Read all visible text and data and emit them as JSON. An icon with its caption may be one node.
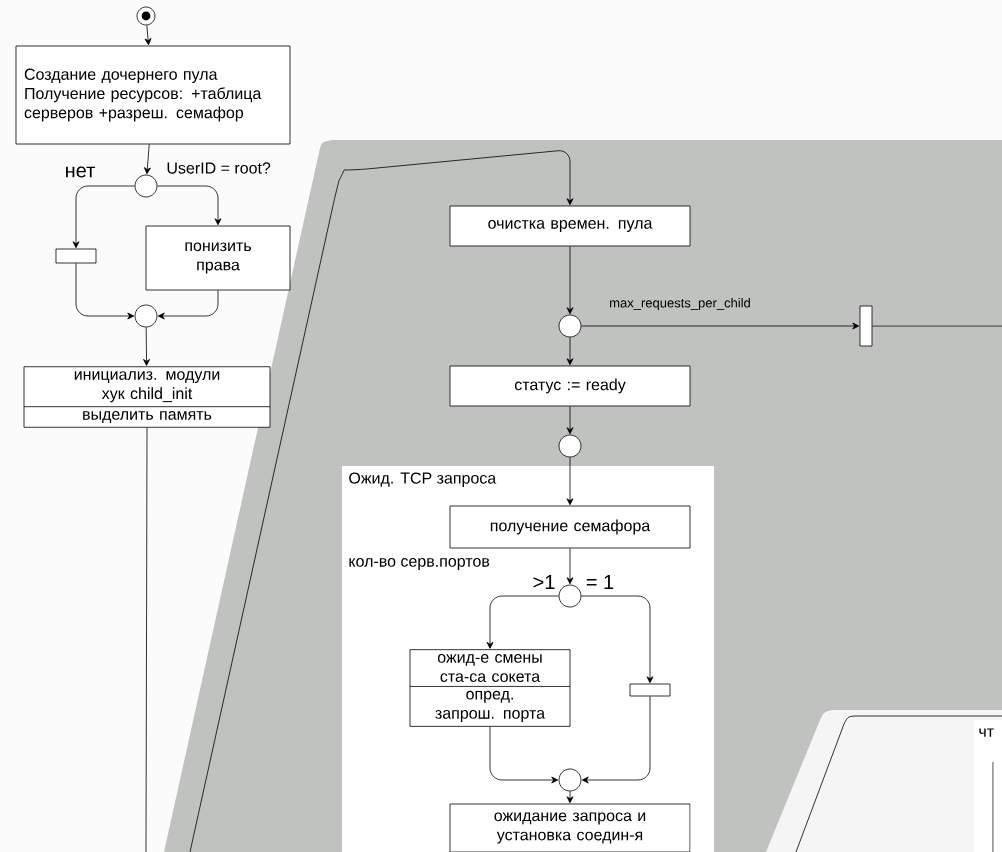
{
  "diagram": {
    "nodes": [
      {
        "text": [],
        "shape": "circle"
      },
      {
        "text": [
          "Создание дочернего пула",
          "Получение ресурсов: +таблица серверов +разреш. семафор"
        ]
      },
      {
        "text": [],
        "shape": "circle",
        "beside": [
          "UserID = root?"
        ]
      },
      {
        "text": [],
        "shape": "bar"
      },
      {
        "text": [
          "понизить права"
        ]
      },
      {
        "text": [],
        "shape": "circle"
      },
      {
        "text": [
          "инициализ. модули хук child_init",
          "выделить память"
        ]
      },
      {
        "text": [
          "очистка времен. пула"
        ]
      },
      {
        "text": [],
        "shape": "circle"
      },
      {
        "text": [],
        "shape": "bar"
      },
      {
        "text": [
          "статус := ready"
        ]
      },
      {
        "text": [],
        "shape": "circle"
      },
      {
        "text": [
          "Ожид. TCP запроса"
        ]
      },
      {
        "text": [
          "получение семафора"
        ],
        "in": 12
      },
      {
        "text": [],
        "shape": "circle",
        "in": 12
      },
      {
        "text": [
          "ожид-е смены ста-са сокета",
          "опред. запрош. порта"
        ],
        "in": 12
      },
      {
        "text": [],
        "shape": "bar",
        "in": 12
      },
      {
        "text": [],
        "shape": "circle",
        "in": 12
      },
      {
        "text": [
          "ожидание запроса и установка соедин-я"
        ],
        "in": 12
      }
    ],
    "edges": [
      {
        "from": 0,
        "to": 1,
        "arrow": "to"
      },
      {
        "from": 1,
        "to": 2,
        "arrow": "to"
      },
      {
        "from": 2,
        "to": 3,
        "arrow": "to",
        "label": "нет"
      },
      {
        "from": 2,
        "to": 4,
        "arrow": "to"
      },
      {
        "from": 3,
        "to": 5,
        "arrow": "to"
      },
      {
        "from": 4,
        "to": 5,
        "arrow": "to"
      },
      {
        "from": 5,
        "to": 6,
        "arrow": "to"
      },
      {
        "from": 6,
        "to": null,
        "arrow": "none"
      },
      {
        "from": null,
        "to": 7,
        "arrow": "to"
      },
      {
        "from": 7,
        "to": 8,
        "arrow": "to"
      },
      {
        "from": 8,
        "to": 9,
        "arrow": "to",
        "label": "max_requests_per_child"
      },
      {
        "from": 9,
        "to": null,
        "arrow": "none"
      },
      {
        "from": 8,
        "to": 10,
        "arrow": "to"
      },
      {
        "from": 10,
        "to": 11,
        "arrow": "to"
      },
      {
        "from": 11,
        "to": 13,
        "arrow": "to"
      },
      {
        "from": 13,
        "to": 14,
        "arrow": "to"
      },
      {
        "from": 14,
        "to": 15,
        "arrow": "to",
        "label": ">1"
      },
      {
        "from": 14,
        "to": 16,
        "arrow": "to",
        "label": "= 1"
      },
      {
        "from": 15,
        "to": 17,
        "arrow": "to"
      },
      {
        "from": 16,
        "to": 17,
        "arrow": "to"
      },
      {
        "from": 17,
        "to": 18,
        "arrow": "to"
      }
    ],
    "labels": [
      "кол-во серв.портов",
      "чт"
    ]
  }
}
